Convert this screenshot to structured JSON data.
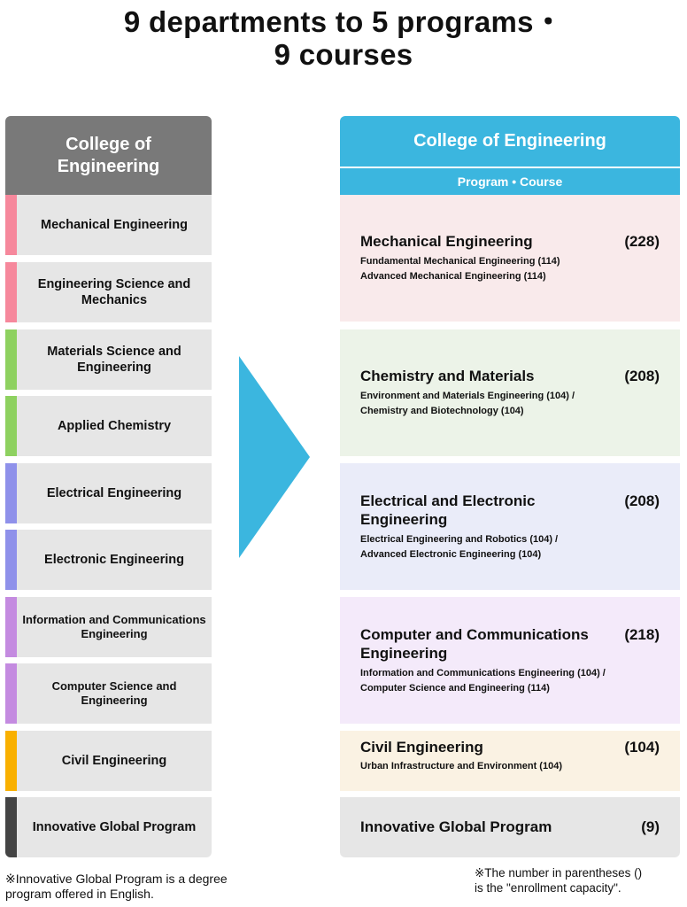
{
  "title_line1": "9 departments to 5 programs・",
  "title_line2": "9 courses",
  "left": {
    "header_line1": "College of",
    "header_line2": "Engineering",
    "departments": [
      {
        "label": "Mechanical Engineering",
        "color": "#f6889c"
      },
      {
        "label": "Engineering Science and Mechanics",
        "color": "#f6889c"
      },
      {
        "label": "Materials Science and Engineering",
        "color": "#8ed160"
      },
      {
        "label": "Applied Chemistry",
        "color": "#8ed160"
      },
      {
        "label": "Electrical Engineering",
        "color": "#8f91ea"
      },
      {
        "label": "Electronic Engineering",
        "color": "#8f91ea"
      },
      {
        "label": "Information and Communications Engineering",
        "color": "#c48be0"
      },
      {
        "label": "Computer Science and Engineering",
        "color": "#c48be0"
      },
      {
        "label": "Civil Engineering",
        "color": "#f9b000"
      },
      {
        "label": "Innovative Global Program",
        "color": "#444444"
      }
    ]
  },
  "arrow_color": "#3bb6df",
  "right": {
    "header": "College of Engineering",
    "subheader": "Program • Course",
    "programs": [
      {
        "name": "Mechanical Engineering",
        "capacity": "(228)",
        "course_lines": [
          "Fundamental Mechanical Engineering (114)",
          "Advanced Mechanical Engineering (114)"
        ],
        "bg": "#f9eaeb"
      },
      {
        "name": "Chemistry and Materials",
        "capacity": "(208)",
        "course_lines": [
          "Environment and Materials Engineering (104) /",
          "Chemistry and Biotechnology (104)"
        ],
        "bg": "#ecf3e8"
      },
      {
        "name": "Electrical and Electronic Engineering",
        "capacity": "(208)",
        "course_lines": [
          "Electrical Engineering and Robotics (104) /",
          "Advanced Electronic Engineering (104)"
        ],
        "bg": "#eaecf9"
      },
      {
        "name": "Computer and Communications Engineering",
        "capacity": "(218)",
        "course_lines": [
          "Information and Communications Engineering (104) /",
          "Computer Science and Engineering (114)"
        ],
        "bg": "#f4eafa"
      },
      {
        "name": "Civil Engineering",
        "capacity": "(104)",
        "course_lines": [
          "Urban Infrastructure and Environment (104)"
        ],
        "bg": "#faf2e3"
      },
      {
        "name": "Innovative Global Program",
        "capacity": "(9)",
        "course_lines": [],
        "bg": "#e6e6e6"
      }
    ]
  },
  "note_left_line1": "※Innovative Global Program is a degree",
  "note_left_line2": "program offered in English.",
  "note_right_line1": "※The number in parentheses ()",
  "note_right_line2": "is the \"enrollment capacity\"."
}
